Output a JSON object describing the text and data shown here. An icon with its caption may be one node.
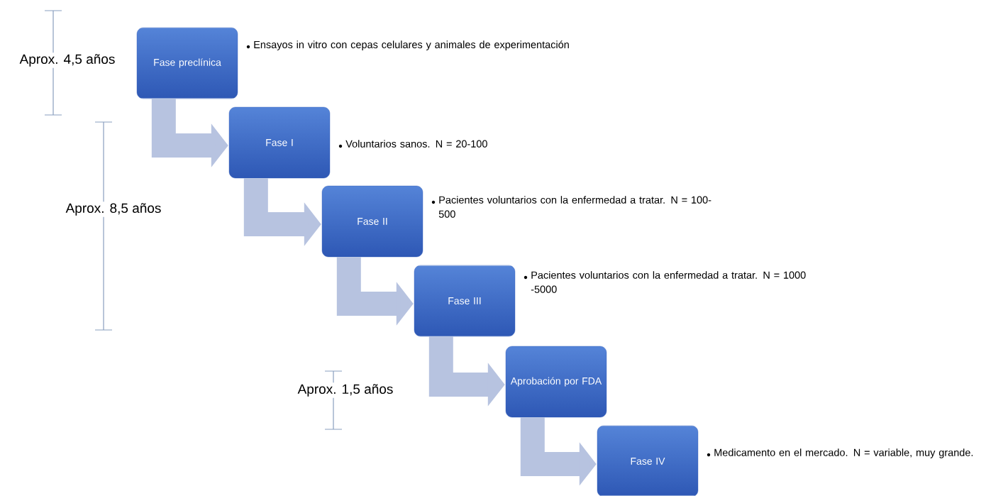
{
  "diagram": {
    "nodes": [
      {
        "text": [
          "Fase preclínica"
        ],
        "beside": [
          "Ensayos in vitro con cepas celulares y animales de experimentación"
        ]
      },
      {
        "text": [
          "Fase I"
        ],
        "beside": [
          "Voluntarios sanos. N = 20-100"
        ]
      },
      {
        "text": [
          "Fase II"
        ],
        "beside": [
          "Pacientes voluntarios con la enfermedad a tratar. N = 100-500"
        ]
      },
      {
        "text": [
          "Fase III"
        ],
        "beside": [
          "Pacientes voluntarios con la enfermedad a tratar. N = 1000 -5000"
        ]
      },
      {
        "text": [
          "Aprobación por FDA"
        ]
      },
      {
        "text": [
          "Fase IV"
        ],
        "beside": [
          "Medicamento en el mercado. N = variable, muy grande."
        ]
      }
    ],
    "edges": [
      {
        "from": 0,
        "to": 1,
        "arrow": "to"
      },
      {
        "from": 1,
        "to": 2,
        "arrow": "to"
      },
      {
        "from": 2,
        "to": 3,
        "arrow": "to"
      },
      {
        "from": 3,
        "to": 4,
        "arrow": "to"
      },
      {
        "from": 4,
        "to": 5,
        "arrow": "to"
      }
    ],
    "labels": [
      "Aprox. 4,5 años",
      "Aprox. 8,5 años",
      "Aprox. 1,5 años"
    ]
  }
}
